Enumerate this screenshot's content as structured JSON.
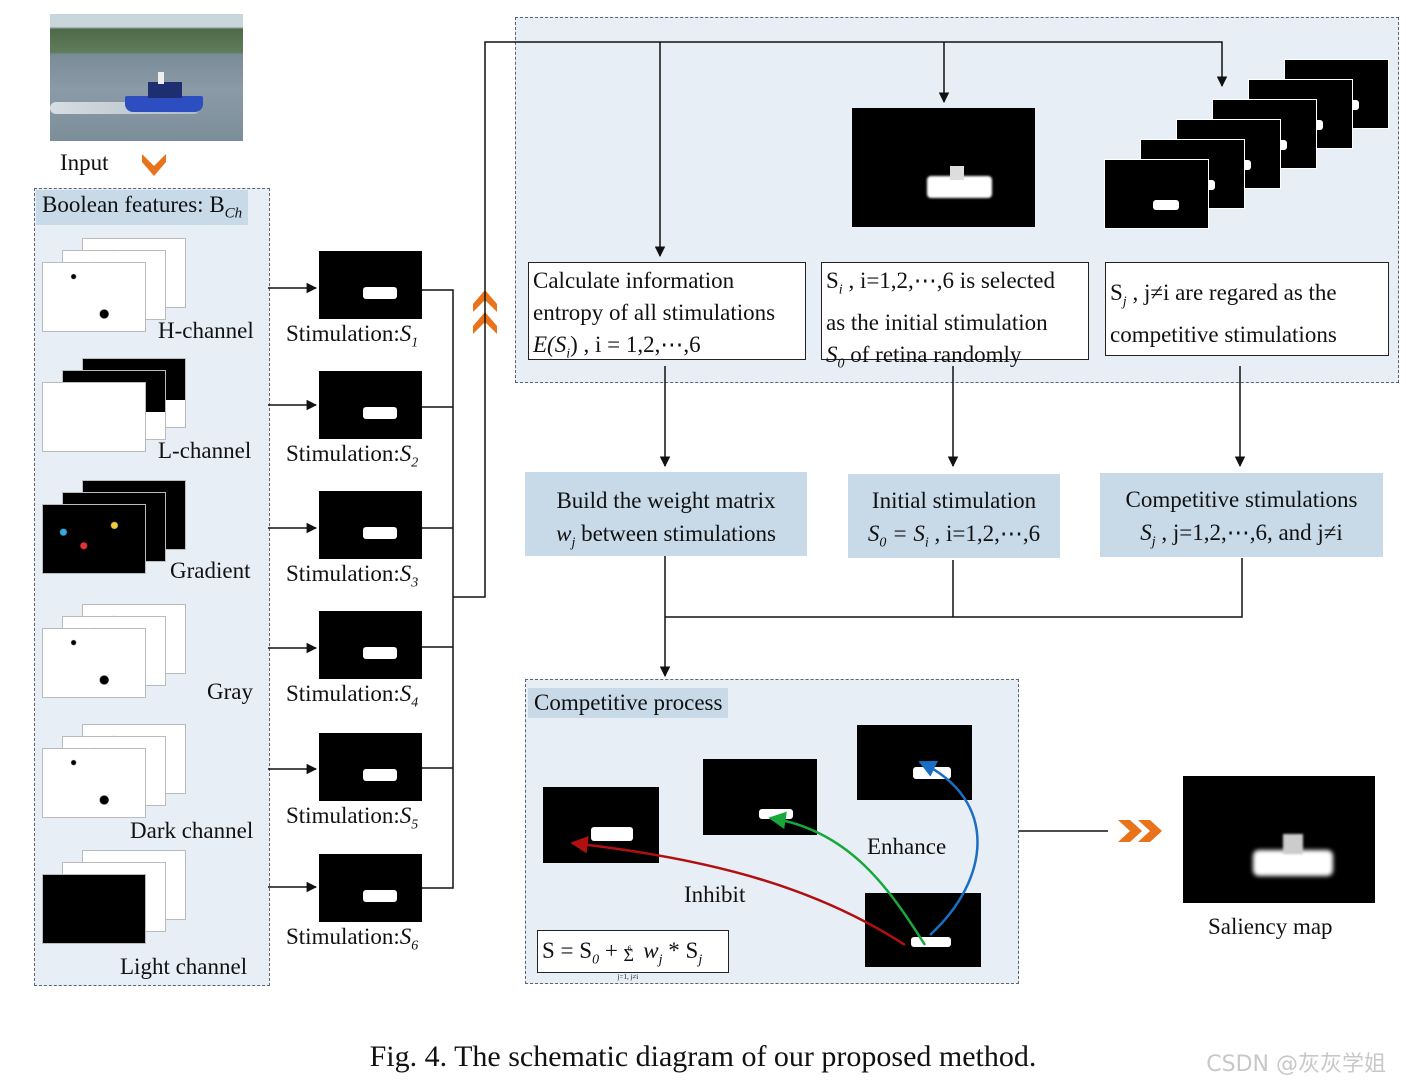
{
  "input_label": "Input",
  "boolean_header": "Boolean features: B",
  "boolean_sub": "Ch",
  "channels": [
    "H-channel",
    "L-channel",
    "Gradient",
    "Gray",
    "Dark channel",
    "Light channel"
  ],
  "stimulations": [
    {
      "prefix": "Stimulation:",
      "var": "S",
      "sub": "1"
    },
    {
      "prefix": "Stimulation:",
      "var": "S",
      "sub": "2"
    },
    {
      "prefix": "Stimulation:",
      "var": "S",
      "sub": "3"
    },
    {
      "prefix": "Stimulation:",
      "var": "S",
      "sub": "4"
    },
    {
      "prefix": "Stimulation:",
      "var": "S",
      "sub": "5"
    },
    {
      "prefix": "Stimulation:",
      "var": "S",
      "sub": "6"
    }
  ],
  "top_boxes": {
    "entropy": [
      "Calculate information",
      "entropy of all stimulations",
      "E(S",
      "i",
      ") , i = 1,2,⋯,6"
    ],
    "selected": [
      "S",
      "i",
      " , i=1,2,⋯,6 is selected",
      "as the initial stimulation",
      "S",
      "0",
      " of retina randomly"
    ],
    "competitive": [
      "S",
      "j",
      " , j≠i are regared as the",
      "competitive stimulations"
    ]
  },
  "mid_boxes": {
    "weight": [
      "Build the weight matrix",
      "w",
      "j",
      " between stimulations"
    ],
    "initial": [
      "Initial stimulation",
      "S",
      "0",
      " = S",
      "i",
      " , i=1,2,⋯,6"
    ],
    "competitive": [
      "Competitive stimulations",
      "S",
      "j",
      " , j=1,2,⋯,6,  and  j≠i"
    ]
  },
  "process_header": "Competitive process",
  "enhance_label": "Enhance",
  "inhibit_label": "Inhibit",
  "formula": [
    "S = S",
    "0",
    " + ",
    "6",
    "Σ",
    "j=1, j≠i",
    " w",
    "j",
    " * S",
    "j"
  ],
  "saliency_label": "Saliency map",
  "caption": "Fig. 4.  The schematic diagram of our proposed method.",
  "watermark": "CSDN @灰灰学姐",
  "colors": {
    "panel": "#e8eef6",
    "blue_box": "#c8d9e8",
    "orange": "#e8731a",
    "inhibit": "#b01010",
    "enhance_green": "#18a83a",
    "enhance_blue": "#1a6fc4"
  }
}
